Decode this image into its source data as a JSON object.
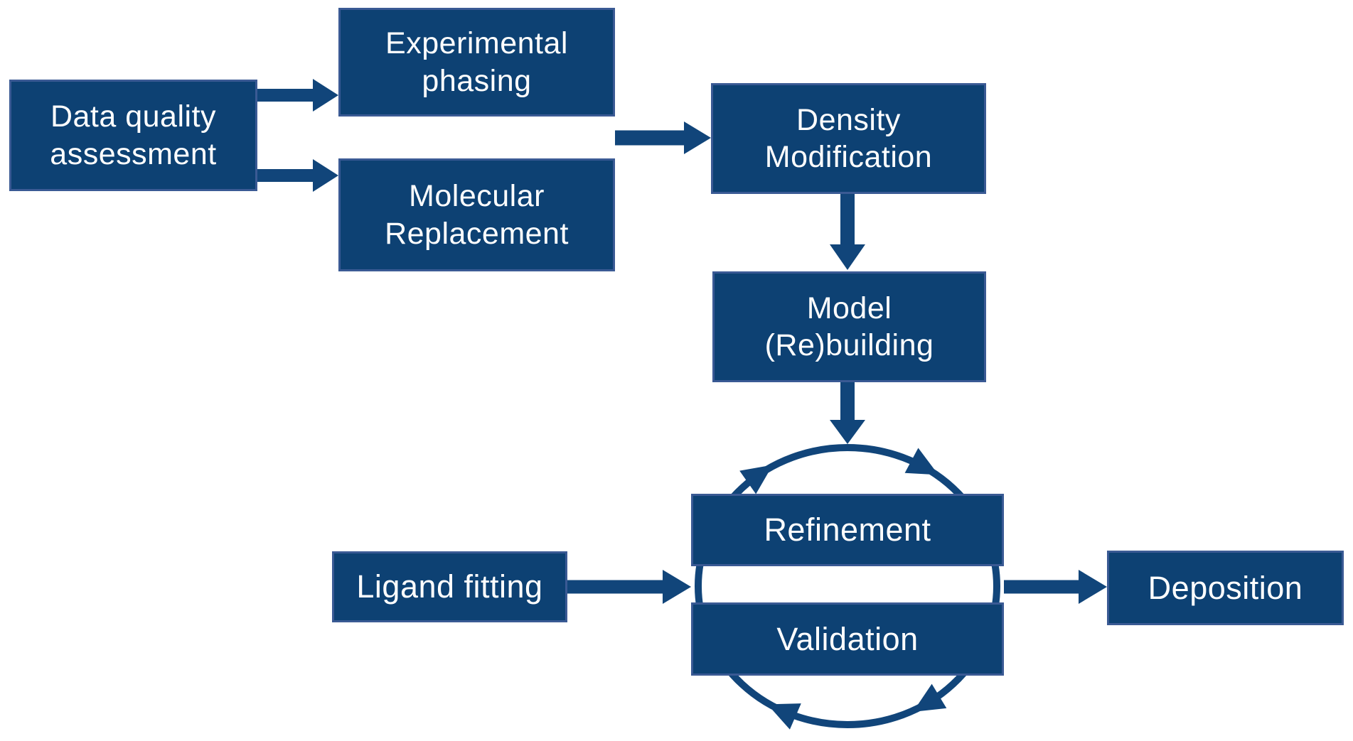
{
  "colors": {
    "background": "#ffffff",
    "box_fill": "#0d4173",
    "box_border": "#3a5a94",
    "connector": "#11457a",
    "text": "#ffffff"
  },
  "nodes": {
    "data_quality": {
      "line1": "Data quality",
      "line2": "assessment"
    },
    "experimental_phasing": {
      "line1": "Experimental",
      "line2": "phasing"
    },
    "molecular_replacement": {
      "line1": "Molecular",
      "line2": "Replacement"
    },
    "density_modification": {
      "line1": "Density",
      "line2": "Modification"
    },
    "model_rebuilding": {
      "line1": "Model",
      "line2": "(Re)building"
    },
    "refinement": {
      "label": "Refinement"
    },
    "validation": {
      "label": "Validation"
    },
    "ligand_fitting": {
      "label": "Ligand fitting"
    },
    "deposition": {
      "label": "Deposition"
    }
  },
  "edges": [
    {
      "from": "data_quality",
      "to": "experimental_phasing"
    },
    {
      "from": "data_quality",
      "to": "molecular_replacement"
    },
    {
      "from": "experimental_phasing/molecular_replacement",
      "to": "density_modification"
    },
    {
      "from": "density_modification",
      "to": "model_rebuilding"
    },
    {
      "from": "model_rebuilding",
      "to": "refinement_validation_cycle"
    },
    {
      "from": "ligand_fitting",
      "to": "refinement_validation_cycle"
    },
    {
      "from": "refinement_validation_cycle",
      "to": "deposition"
    }
  ],
  "cycle": {
    "members": [
      "refinement",
      "validation"
    ],
    "direction": "clockwise"
  }
}
